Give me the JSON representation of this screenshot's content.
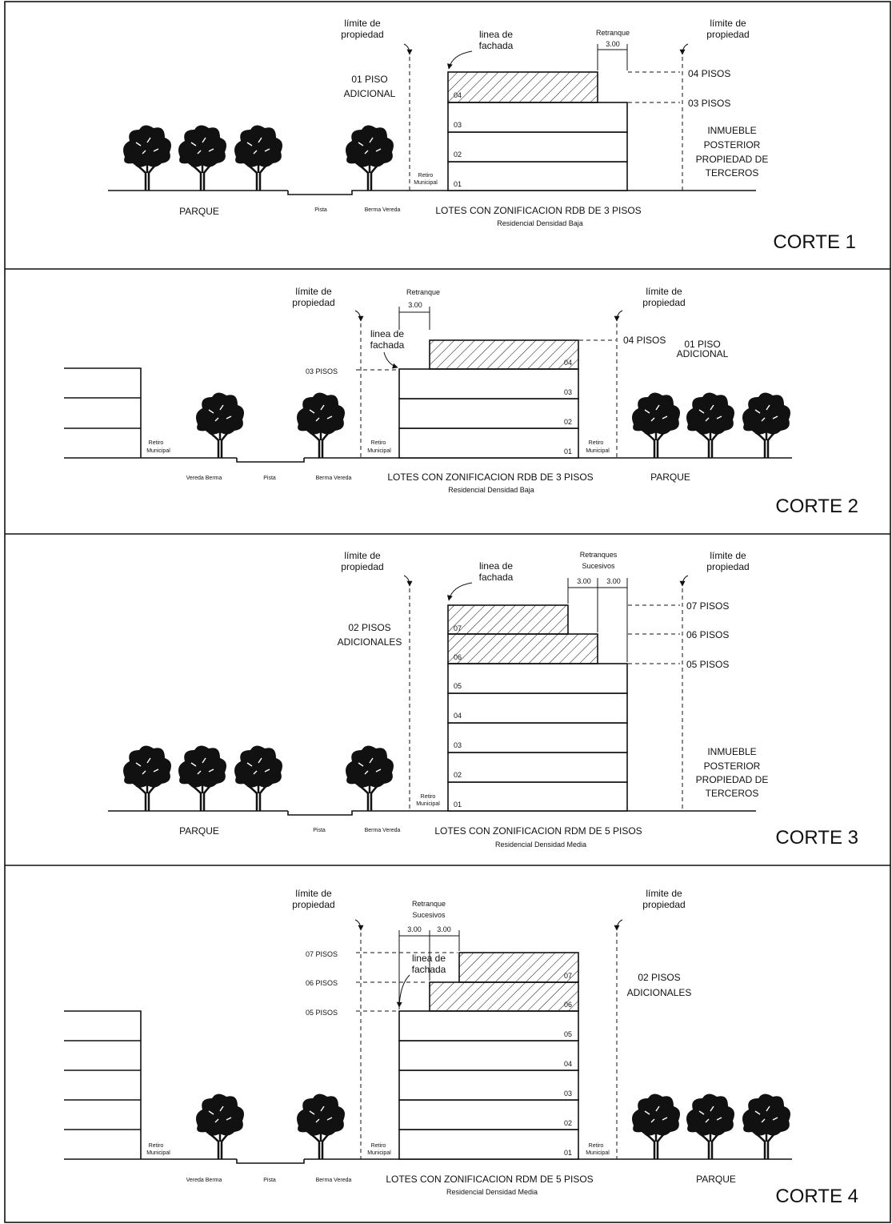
{
  "common": {
    "limite_propiedad": [
      "límite de",
      "propiedad"
    ],
    "linea_fachada": [
      "linea de",
      "fachada"
    ],
    "retiro_municipal": [
      "Retiro",
      "Municipal"
    ],
    "retranque": "Retranque",
    "retranques_sucesivos": [
      "Retranques",
      "Sucesivos"
    ],
    "retranque_sucesivos": [
      "Retranque",
      "Sucesivos"
    ],
    "dim_value": "3.00",
    "inmueble": [
      "INMUEBLE",
      "POSTERIOR",
      "PROPIEDAD DE",
      "TERCEROS"
    ],
    "parque": "PARQUE",
    "pista": "Pista",
    "berma": "Berma",
    "vereda": "Vereda",
    "berma_vereda": "Berma Vereda",
    "vereda_berma": "Vereda Berma"
  },
  "cortes": [
    {
      "title": "CORTE 1",
      "zoning": "LOTES CON  ZONIFICACION RDB DE 3 PISOS",
      "density": "Residencial Densidad Baja",
      "additional": [
        "01  PISO",
        "ADICIONAL"
      ],
      "floors": [
        "01",
        "02",
        "03",
        "04"
      ],
      "level_labels": [
        "04 PISOS",
        "03 PISOS"
      ]
    },
    {
      "title": "CORTE 2",
      "zoning": "LOTES CON  ZONIFICACION RDB DE 3 PISOS",
      "density": "Residencial Densidad Baja",
      "additional": [
        "01  PISO",
        "ADICIONAL"
      ],
      "floors": [
        "01",
        "02",
        "03",
        "04"
      ],
      "level_labels": [
        "04 PISOS",
        "03 PISOS"
      ]
    },
    {
      "title": "CORTE 3",
      "zoning": "LOTES CON ZONIFICACION RDM DE 5 PISOS",
      "density": "Residencial Densidad Media",
      "additional": [
        "02  PISOS",
        "ADICIONALES"
      ],
      "floors": [
        "01",
        "02",
        "03",
        "04",
        "05",
        "06",
        "07"
      ],
      "level_labels": [
        "07 PISOS",
        "06 PISOS",
        "05 PISOS"
      ]
    },
    {
      "title": "CORTE 4",
      "zoning": "LOTES CON ZONIFICACION RDM DE 5 PISOS",
      "density": "Residencial Densidad Media",
      "additional": [
        "02  PISOS",
        "ADICIONALES"
      ],
      "floors": [
        "01",
        "02",
        "03",
        "04",
        "05",
        "06",
        "07"
      ],
      "level_labels": [
        "07 PISOS",
        "06 PISOS",
        "05 PISOS"
      ]
    }
  ],
  "icons": {
    "tree": "tree-icon",
    "arrow": "arrow-icon"
  }
}
